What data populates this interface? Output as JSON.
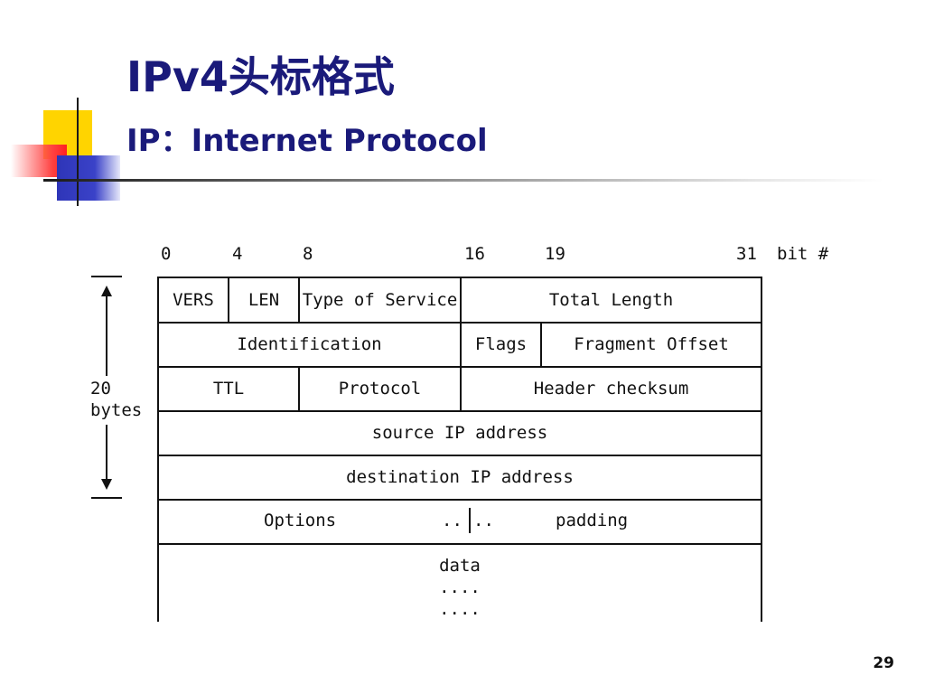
{
  "slide": {
    "title": "IPv4头标格式",
    "subtitle": "IP：Internet Protocol",
    "page_number": "29"
  },
  "bit_scale": {
    "labels": [
      "0",
      "4",
      "8",
      "16",
      "19",
      "31"
    ],
    "unit": "bit #"
  },
  "side": {
    "bytes_line1": "20",
    "bytes_line2": "bytes"
  },
  "header": {
    "row1": [
      "VERS",
      "LEN",
      "Type of Service",
      "Total Length"
    ],
    "row2": [
      "Identification",
      "Flags",
      "Fragment Offset"
    ],
    "row3": [
      "TTL",
      "Protocol",
      "Header checksum"
    ],
    "row4": "source IP address",
    "row5": "destination IP address",
    "row6": {
      "options": "Options",
      "dots_left": "..",
      "dots_right": "..",
      "padding": "padding"
    },
    "row7": [
      "data",
      "....",
      "...."
    ]
  },
  "colors": {
    "title": "#1a1a7a",
    "deco_yellow": "#ffd400",
    "deco_red": "#ff2020",
    "deco_blue": "#2e35b8"
  }
}
